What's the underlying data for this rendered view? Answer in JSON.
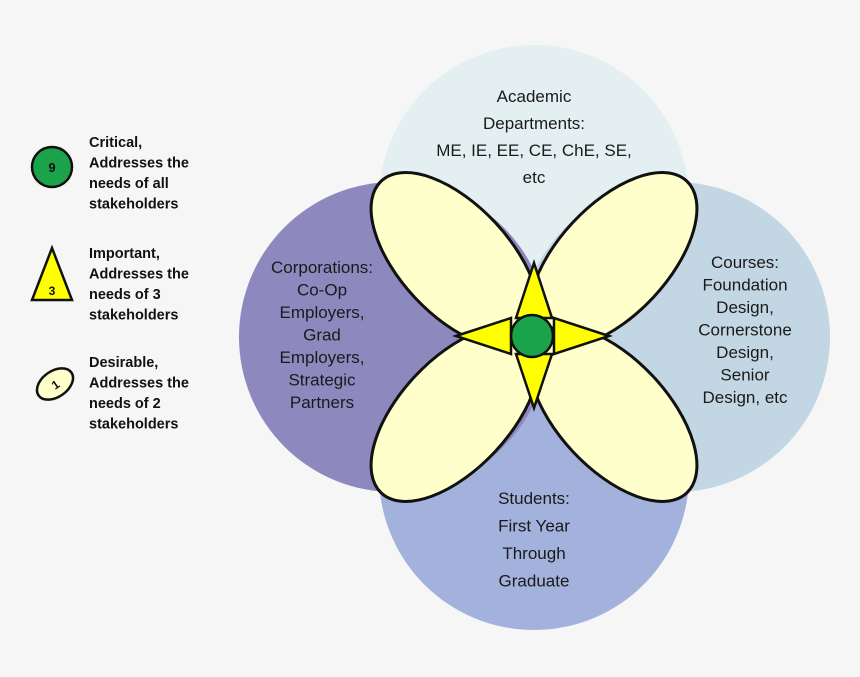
{
  "legend": [
    {
      "symbol": "9",
      "lines": [
        "Critical,",
        "Addresses the",
        "needs of all",
        "stakeholders"
      ],
      "color": "#1aa34a"
    },
    {
      "symbol": "3",
      "lines": [
        "Important,",
        "Addresses the",
        "needs of 3",
        "stakeholders"
      ],
      "color": "#ffff00"
    },
    {
      "symbol": "1",
      "lines": [
        "Desirable,",
        "Addresses the",
        "needs of 2",
        "stakeholders"
      ],
      "color": "#ffffcc"
    }
  ],
  "circles": {
    "top": {
      "lines": [
        "Academic",
        "Departments:",
        "ME, IE, EE, CE, ChE, SE,",
        "etc"
      ],
      "color": "#e4eff1"
    },
    "left": {
      "lines": [
        "Corporations:",
        "Co-Op",
        "Employers,",
        "Grad",
        "Employers,",
        "Strategic",
        "Partners"
      ],
      "color": "#8d88bd"
    },
    "right": {
      "lines": [
        "Courses:",
        "Foundation",
        "Design,",
        "Cornerstone",
        "Design,",
        "Senior",
        "Design, etc"
      ],
      "color": "#c3d6e3"
    },
    "bottom": {
      "lines": [
        "Students:",
        "First Year",
        "Through",
        "Graduate"
      ],
      "color": "#a3b2dc"
    }
  },
  "colors": {
    "petal": "#ffffcc",
    "triangle": "#ffff00",
    "center": "#1aa34a",
    "outline": "#111111"
  }
}
